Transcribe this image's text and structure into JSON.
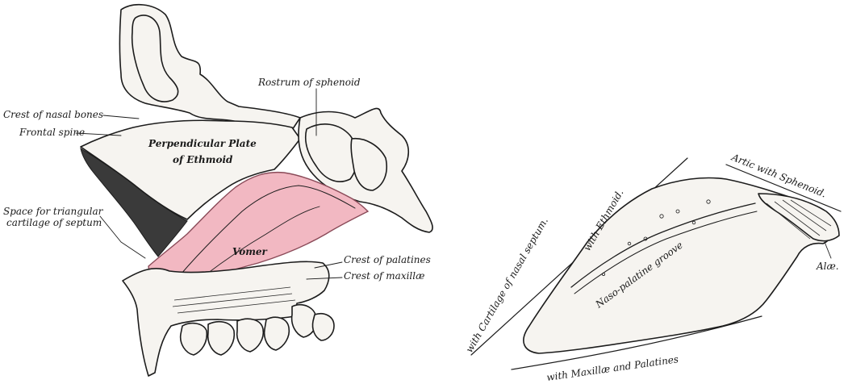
{
  "figure_left": {
    "labels": {
      "crest_nasal_bones": "Crest of nasal bones",
      "frontal_spine": "Frontal spine",
      "space_line1": "Space for triangular",
      "space_line2": "cartilage of septum",
      "rostrum": "Rostrum of sphenoid",
      "perp_line1": "Perpendicular Plate",
      "perp_line2": "of Ethmoid",
      "vomer": "Vomer",
      "crest_palatines": "Crest of palatines",
      "crest_maxillae": "Crest of maxillæ"
    }
  },
  "figure_right": {
    "labels": {
      "with_ethmoid": "with Ethmoid.",
      "artic_sphenoid": "Artic with Sphenoid.",
      "alae": "Alæ.",
      "with_cartilage": "with Cartilage of nasal septum.",
      "naso_palatine": "Naso-palatine groove",
      "with_maxillae_palatines": "with Maxillæ and Palatines"
    }
  },
  "colors": {
    "vomer_fill": "#f2b8c2",
    "vomer_stroke": "#c77a8a",
    "ink": "#1c1c1c"
  }
}
